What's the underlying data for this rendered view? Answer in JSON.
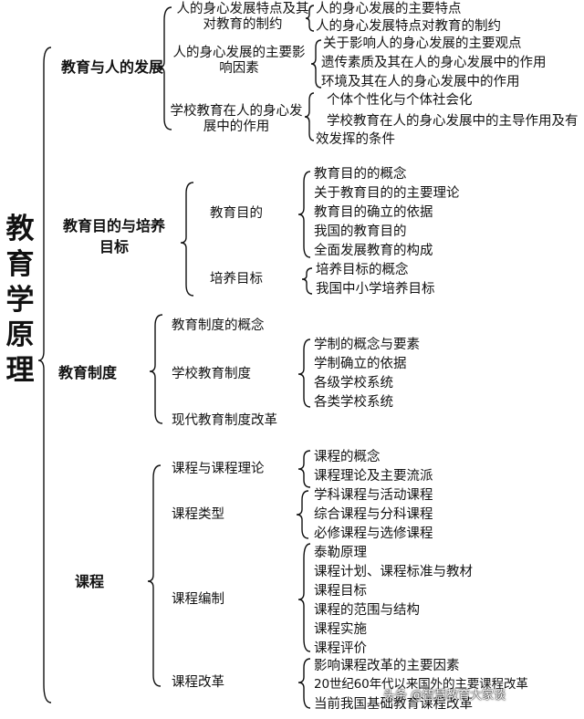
{
  "root": "教育学原理",
  "sections": [
    {
      "title": "教育与人的发展",
      "topics": [
        {
          "title": "人的身心发展特点及其对教育的制约",
          "items": [
            "人的身心发展的主要特点",
            "人的身心发展特点对教育的制约"
          ]
        },
        {
          "title": "人的身心发展的主要影响因素",
          "items": [
            "关于影响人的身心发展的主要观点",
            "遗传素质及其在人的身心发展中的作用",
            "环境及其在人的身心发展中的作用"
          ]
        },
        {
          "title": "学校教育在人的身心发展中的作用",
          "items": [
            "个体个性化与个体社会化",
            "学校教育在人的身心发展中的主导作用及有效发挥的条件"
          ]
        }
      ]
    },
    {
      "title": "教育目的与培养目标",
      "topics": [
        {
          "title": "教育目的",
          "items": [
            "教育目的的概念",
            "关于教育目的的主要理论",
            "教育目的确立的依据",
            "我国的教育目的",
            "全面发展教育的构成"
          ]
        },
        {
          "title": "培养目标",
          "items": [
            "培养目标的概念",
            "我国中小学培养目标"
          ]
        }
      ]
    },
    {
      "title": "教育制度",
      "topics": [
        {
          "title": "教育制度的概念",
          "items": []
        },
        {
          "title": "学校教育制度",
          "items": [
            "学制的概念与要素",
            "学制确立的依据",
            "各级学校系统",
            "各类学校系统"
          ]
        },
        {
          "title": "现代教育制度改革",
          "items": []
        }
      ]
    },
    {
      "title": "课程",
      "topics": [
        {
          "title": "课程与课程理论",
          "items": [
            "课程的概念",
            "课程理论及主要流派"
          ]
        },
        {
          "title": "课程类型",
          "items": [
            "学科课程与活动课程",
            "综合课程与分科课程",
            "必修课程与选修课程"
          ]
        },
        {
          "title": "课程编制",
          "items": [
            "泰勒原理",
            "课程计划、课程标准与教材",
            "课程目标",
            "课程的范围与结构",
            "课程实施",
            "课程评价"
          ]
        },
        {
          "title": "课程改革",
          "items": [
            "影响课程改革的主要因素",
            "20世纪60年代以来国外的主要课程改革",
            "当前我国基础教育课程改革"
          ]
        }
      ]
    }
  ],
  "watermark": "头条 @智慧教育大家谈"
}
